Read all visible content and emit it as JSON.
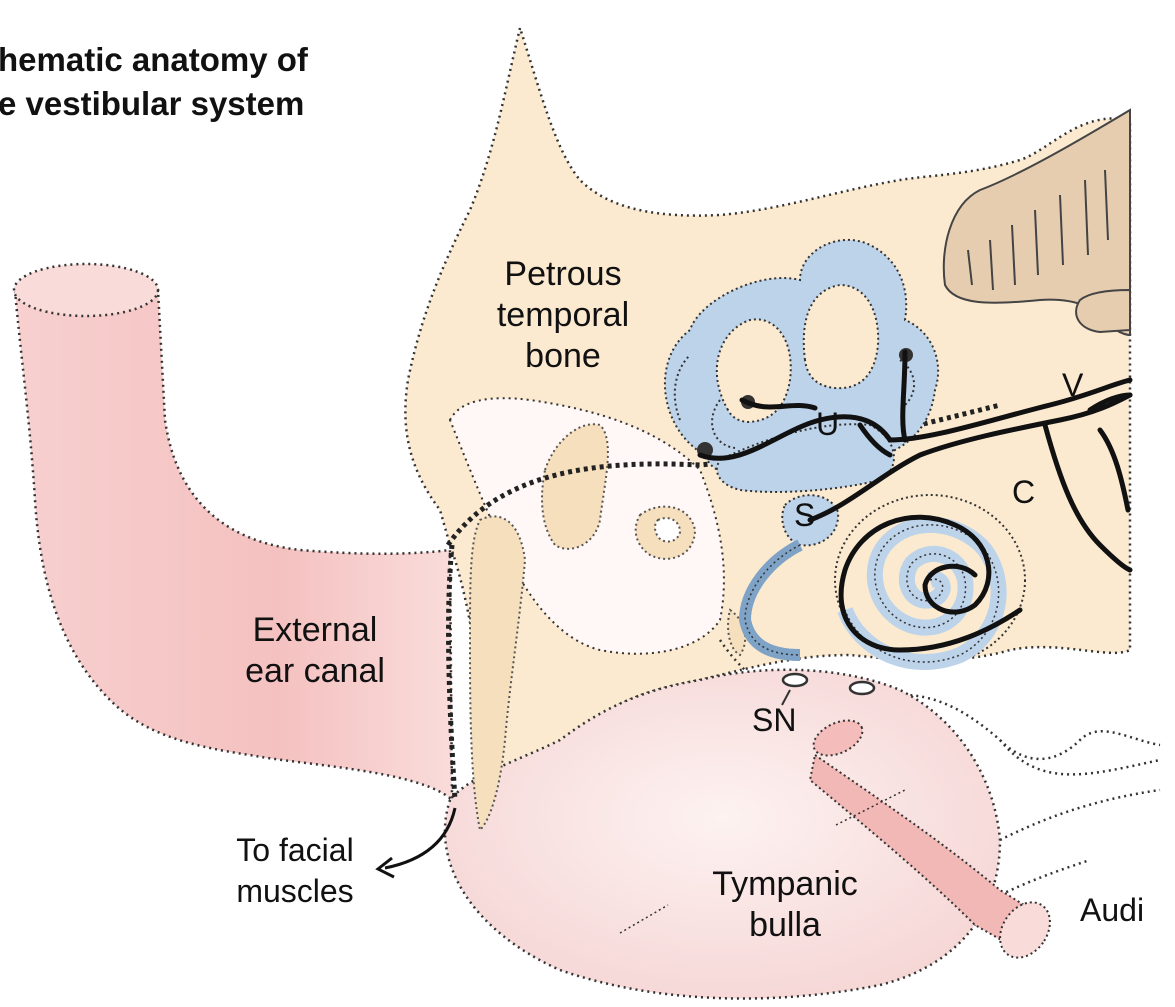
{
  "title": {
    "line1": "hematic anatomy of",
    "line2": "e vestibular system"
  },
  "labels": {
    "petrous": [
      "Petrous",
      "temporal",
      "bone"
    ],
    "external": [
      "External",
      "ear canal"
    ],
    "facial": [
      "To facial",
      "muscles"
    ],
    "bulla": [
      "Tympanic",
      "bulla"
    ],
    "u": "U",
    "s": "S",
    "c": "C",
    "v": "V",
    "sn": "SN",
    "auditory": "Audi"
  },
  "colors": {
    "bone": "#fbead0",
    "canal": "#f6c9c6",
    "labyrinth": "#bcd3ea",
    "brainstem": "#e6cdb0",
    "bulla": "#f8e0df",
    "outline": "#333333"
  }
}
